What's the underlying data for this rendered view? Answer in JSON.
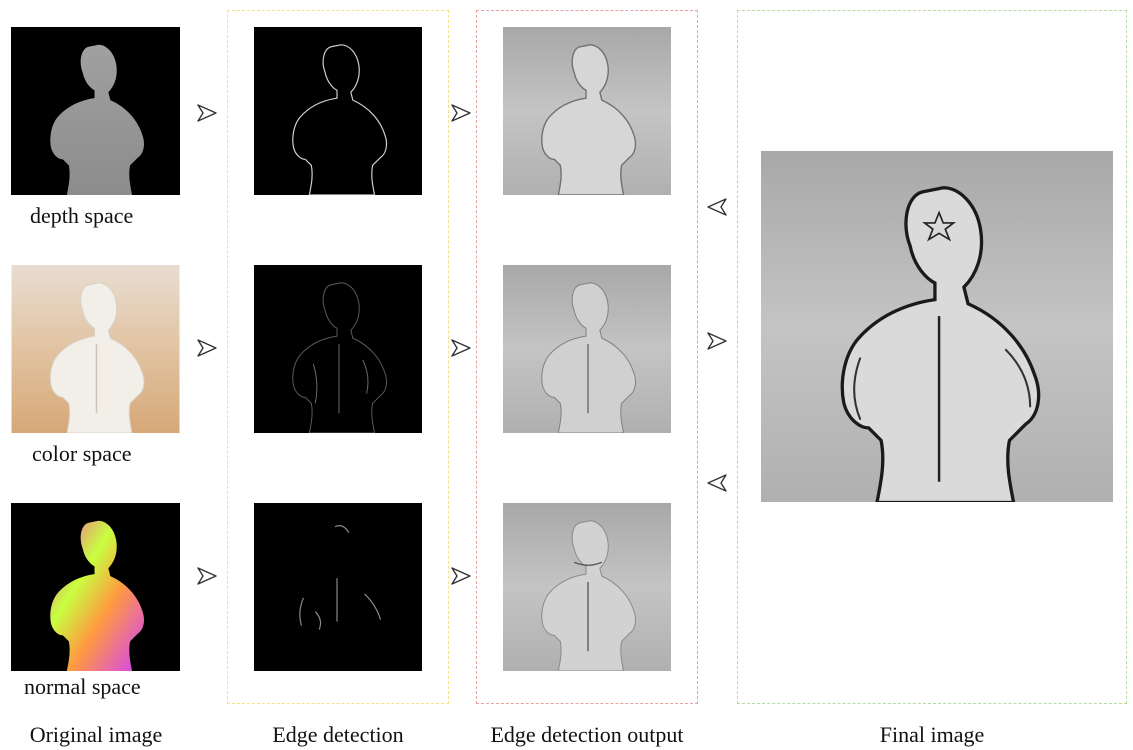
{
  "rows": [
    {
      "label": "depth space"
    },
    {
      "label": "color space"
    },
    {
      "label": "normal space"
    }
  ],
  "columns": [
    {
      "label": "Original image"
    },
    {
      "label": "Edge detection"
    },
    {
      "label": "Edge detection output"
    },
    {
      "label": "Final image"
    }
  ],
  "colors": {
    "edge_detection_box": "#f2e28a",
    "output_box": "#e8a0a0",
    "final_box": "#b8dca0",
    "panel_black": "#000000",
    "gray_bg": "#b4b4b4"
  }
}
